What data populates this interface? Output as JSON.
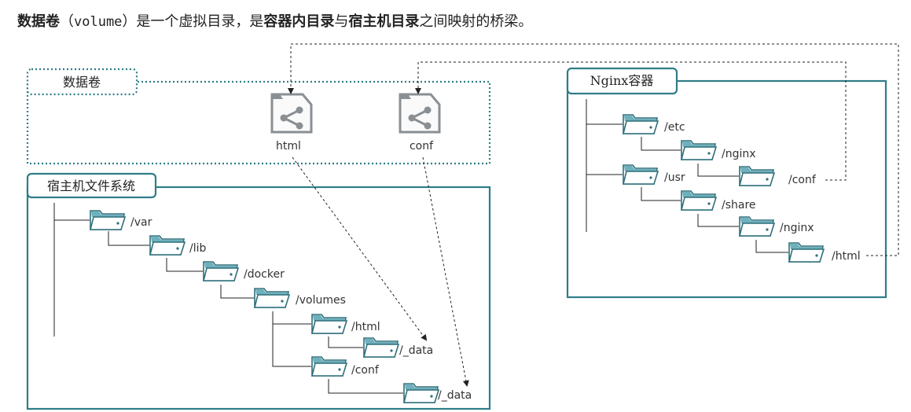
{
  "headline": {
    "part1": "数据卷",
    "part2": "（",
    "part3": "volume",
    "part4": "）是一个虚拟目录，是",
    "part5": "容器内目录",
    "part6": "与",
    "part7": "宿主机目录",
    "part8": "之间映射的桥梁。"
  },
  "volume_box": {
    "title": "数据卷",
    "items": [
      {
        "label": "html"
      },
      {
        "label": "conf"
      }
    ]
  },
  "host_box": {
    "title": "宿主机文件系统",
    "folders": [
      {
        "label": "/var"
      },
      {
        "label": "/lib"
      },
      {
        "label": "/docker"
      },
      {
        "label": "/volumes"
      },
      {
        "label": "/html"
      },
      {
        "label": "/_data"
      },
      {
        "label": "/conf"
      },
      {
        "label": "/_data"
      }
    ]
  },
  "nginx_box": {
    "title": "Nginx容器",
    "folders": [
      {
        "label": "/etc"
      },
      {
        "label": "/nginx"
      },
      {
        "label": "/conf"
      },
      {
        "label": "/usr"
      },
      {
        "label": "/share"
      },
      {
        "label": "/nginx"
      },
      {
        "label": "/html"
      }
    ]
  },
  "colors": {
    "teal": "#2f7d88",
    "folder_fill": "#e9f3f5",
    "folder_tab": "#6fb0bd",
    "icon_gray": "#8a8f94"
  },
  "icon_names": {
    "volume_item": "share-icon",
    "folder": "folder-icon"
  }
}
